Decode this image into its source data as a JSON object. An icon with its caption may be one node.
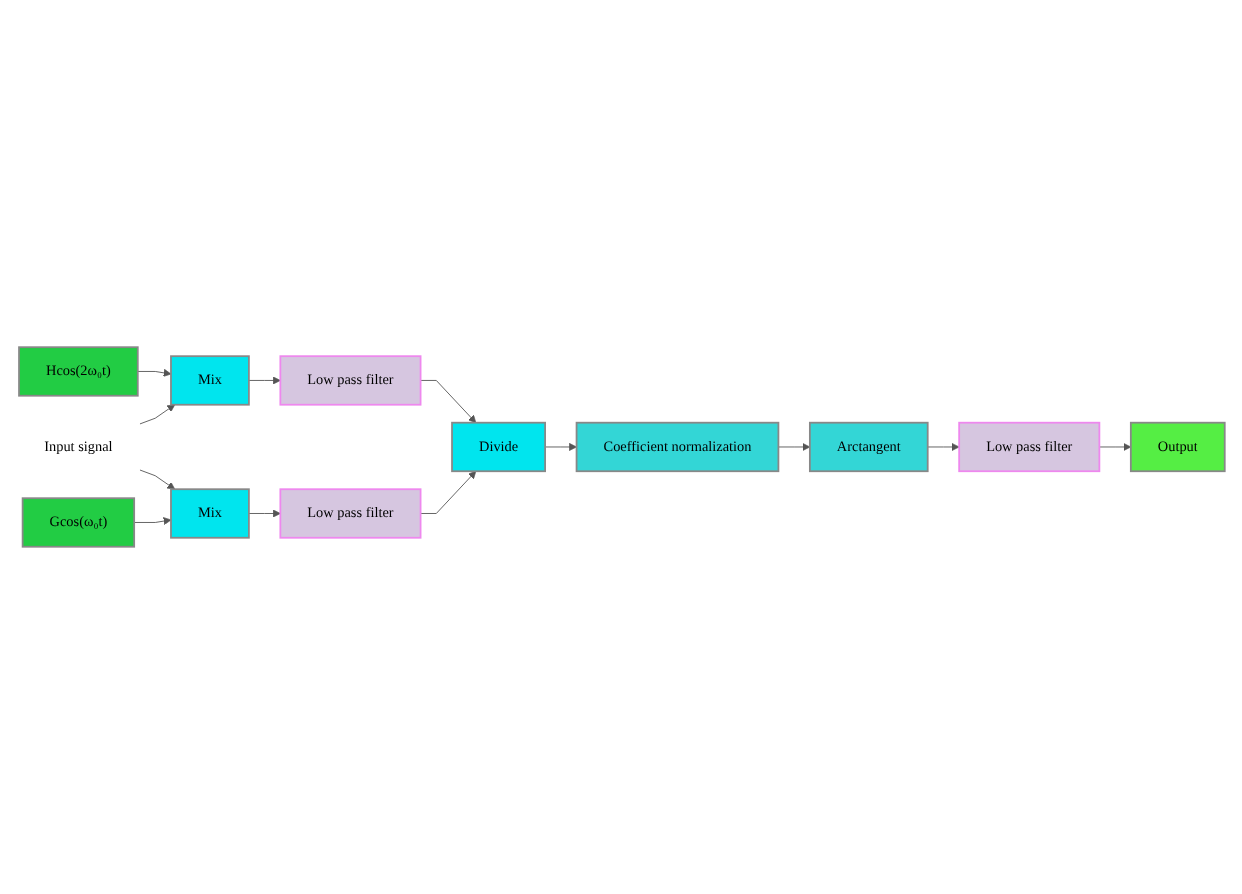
{
  "diagram": {
    "nodes": [
      {
        "text": [
          "Hcos(2ω₀t)"
        ]
      },
      {
        "text": [
          "Input signal"
        ]
      },
      {
        "text": [
          "Mix"
        ]
      },
      {
        "text": [
          "Low pass filter"
        ]
      },
      {
        "text": [
          "Mix"
        ]
      },
      {
        "text": [
          "Low pass filter"
        ]
      },
      {
        "text": [
          "Divide"
        ]
      },
      {
        "text": [
          "Gcos(ω₀t)"
        ]
      },
      {
        "text": [
          "Coefficient normalization"
        ]
      },
      {
        "text": [
          "Arctangent"
        ]
      },
      {
        "text": [
          "Low pass filter"
        ]
      },
      {
        "text": [
          "Output"
        ]
      }
    ],
    "edges": [
      {
        "from": 0,
        "to": 2,
        "arrow": "to"
      },
      {
        "from": 1,
        "to": 2,
        "arrow": "to"
      },
      {
        "from": 1,
        "to": 4,
        "arrow": "to"
      },
      {
        "from": 2,
        "to": 3,
        "arrow": "to"
      },
      {
        "from": 3,
        "to": 6,
        "arrow": "to"
      },
      {
        "from": 4,
        "to": 5,
        "arrow": "to"
      },
      {
        "from": 5,
        "to": 6,
        "arrow": "to"
      },
      {
        "from": 7,
        "to": 4,
        "arrow": "to"
      },
      {
        "from": 6,
        "to": 8,
        "arrow": "to"
      },
      {
        "from": 8,
        "to": 9,
        "arrow": "to"
      },
      {
        "from": 9,
        "to": 10,
        "arrow": "to"
      },
      {
        "from": 10,
        "to": 11,
        "arrow": "to"
      }
    ]
  }
}
